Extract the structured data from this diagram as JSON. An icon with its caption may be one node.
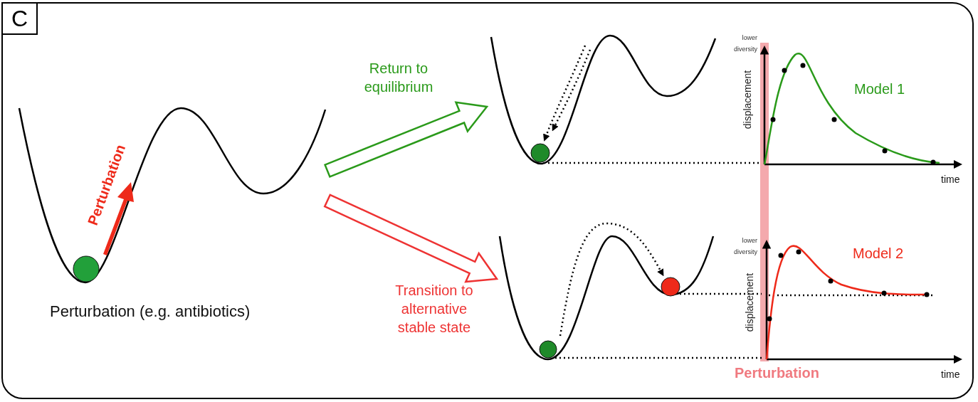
{
  "diagram": {
    "nodes": [
      {
        "text": [
          "C"
        ]
      },
      {
        "text": [],
        "shape": "picture",
        "in": 0,
        "beside": [
          "Perturbation (e.g. antibiotics)"
        ]
      },
      {
        "text": [],
        "shape": "picture",
        "in": 0
      },
      {
        "text": [],
        "shape": "picture",
        "in": 0
      },
      {
        "text": [],
        "shape": "picture",
        "in": 0
      },
      {
        "text": [],
        "shape": "picture",
        "in": 0
      }
    ],
    "edges": [
      {
        "from": 1,
        "to": 2,
        "arrow": "to",
        "label": "Return to equilibrium",
        "color": "#2a9a1a"
      },
      {
        "from": 1,
        "to": 4,
        "arrow": "to",
        "label": "Transition to alternative stable state",
        "color": "#ee3333"
      },
      {
        "from": 2,
        "to": 3,
        "arrow": "none",
        "style": "dashed"
      },
      {
        "from": 4,
        "to": 5,
        "arrow": "none",
        "style": "dashed"
      },
      {
        "from": 4,
        "to": 5,
        "arrow": "none",
        "style": "dashed"
      }
    ],
    "labels": [
      "Perturbation",
      "lower diversity",
      "displacement",
      "time",
      "Model 1",
      "lower diversity",
      "displacement",
      "Model 2",
      "Perturbation",
      "time"
    ]
  }
}
